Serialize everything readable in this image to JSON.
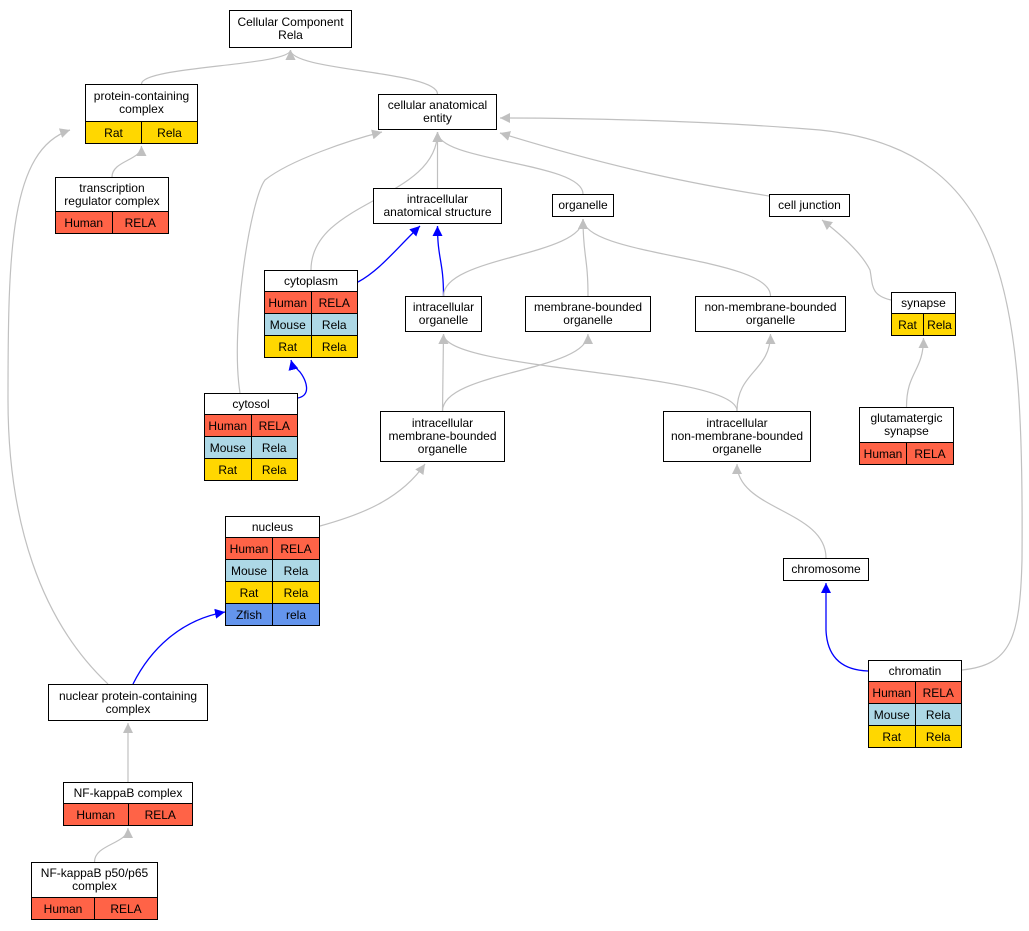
{
  "diagram": {
    "colors": {
      "Human": "#ff6347",
      "Mouse": "#add8e6",
      "Rat": "#ffd700",
      "Zfish": "#6495ed",
      "edge_gray": "#c0c0c0",
      "edge_blue": "#0000ff"
    },
    "nodes": [
      {
        "id": "root",
        "label": "Cellular Component\nRela",
        "rows": []
      },
      {
        "id": "protein_complex",
        "label": "protein-containing\ncomplex",
        "rows": [
          {
            "species": "Rat",
            "gene": "Rela"
          }
        ]
      },
      {
        "id": "cae",
        "label": "cellular anatomical\nentity",
        "rows": []
      },
      {
        "id": "trc",
        "label": "transcription\nregulator complex",
        "rows": [
          {
            "species": "Human",
            "gene": "RELA"
          }
        ]
      },
      {
        "id": "ias",
        "label": "intracellular\nanatomical structure",
        "rows": []
      },
      {
        "id": "organelle",
        "label": "organelle",
        "rows": []
      },
      {
        "id": "cell_junction",
        "label": "cell junction",
        "rows": []
      },
      {
        "id": "cytoplasm",
        "label": "cytoplasm",
        "rows": [
          {
            "species": "Human",
            "gene": "RELA"
          },
          {
            "species": "Mouse",
            "gene": "Rela"
          },
          {
            "species": "Rat",
            "gene": "Rela"
          }
        ]
      },
      {
        "id": "io",
        "label": "intracellular\norganelle",
        "rows": []
      },
      {
        "id": "mbo",
        "label": "membrane-bounded\norganelle",
        "rows": []
      },
      {
        "id": "nmbo",
        "label": "non-membrane-bounded\norganelle",
        "rows": []
      },
      {
        "id": "synapse",
        "label": "synapse",
        "rows": [
          {
            "species": "Rat",
            "gene": "Rela"
          }
        ]
      },
      {
        "id": "cytosol",
        "label": "cytosol",
        "rows": [
          {
            "species": "Human",
            "gene": "RELA"
          },
          {
            "species": "Mouse",
            "gene": "Rela"
          },
          {
            "species": "Rat",
            "gene": "Rela"
          }
        ]
      },
      {
        "id": "imbo",
        "label": "intracellular\nmembrane-bounded\norganelle",
        "rows": []
      },
      {
        "id": "inmbo",
        "label": "intracellular\nnon-membrane-bounded\norganelle",
        "rows": []
      },
      {
        "id": "glut",
        "label": "glutamatergic\nsynapse",
        "rows": [
          {
            "species": "Human",
            "gene": "RELA"
          }
        ]
      },
      {
        "id": "nucleus",
        "label": "nucleus",
        "rows": [
          {
            "species": "Human",
            "gene": "RELA"
          },
          {
            "species": "Mouse",
            "gene": "Rela"
          },
          {
            "species": "Rat",
            "gene": "Rela"
          },
          {
            "species": "Zfish",
            "gene": "rela"
          }
        ]
      },
      {
        "id": "chromosome",
        "label": "chromosome",
        "rows": []
      },
      {
        "id": "chromatin",
        "label": "chromatin",
        "rows": [
          {
            "species": "Human",
            "gene": "RELA"
          },
          {
            "species": "Mouse",
            "gene": "Rela"
          },
          {
            "species": "Rat",
            "gene": "Rela"
          }
        ]
      },
      {
        "id": "npc",
        "label": "nuclear protein-containing\ncomplex",
        "rows": []
      },
      {
        "id": "nfkb",
        "label": "NF-kappaB complex",
        "rows": [
          {
            "species": "Human",
            "gene": "RELA"
          }
        ]
      },
      {
        "id": "nfkb_p50p65",
        "label": "NF-kappaB p50/p65\ncomplex",
        "rows": [
          {
            "species": "Human",
            "gene": "RELA"
          }
        ]
      }
    ],
    "edges": [
      {
        "from": "protein_complex",
        "to": "root",
        "color": "gray"
      },
      {
        "from": "cae",
        "to": "root",
        "color": "gray"
      },
      {
        "from": "trc",
        "to": "protein_complex",
        "color": "gray"
      },
      {
        "from": "npc",
        "to": "protein_complex",
        "color": "gray"
      },
      {
        "from": "ias",
        "to": "cae",
        "color": "gray"
      },
      {
        "from": "organelle",
        "to": "cae",
        "color": "gray"
      },
      {
        "from": "cell_junction",
        "to": "cae",
        "color": "gray"
      },
      {
        "from": "cytoplasm",
        "to": "cae",
        "color": "gray"
      },
      {
        "from": "cytosol",
        "to": "cae",
        "color": "gray"
      },
      {
        "from": "chromatin",
        "to": "cae",
        "color": "gray"
      },
      {
        "from": "cytoplasm",
        "to": "ias",
        "color": "blue"
      },
      {
        "from": "io",
        "to": "ias",
        "color": "blue"
      },
      {
        "from": "io",
        "to": "organelle",
        "color": "gray"
      },
      {
        "from": "mbo",
        "to": "organelle",
        "color": "gray"
      },
      {
        "from": "nmbo",
        "to": "organelle",
        "color": "gray"
      },
      {
        "from": "synapse",
        "to": "cell_junction",
        "color": "gray"
      },
      {
        "from": "glut",
        "to": "synapse",
        "color": "gray"
      },
      {
        "from": "cytosol",
        "to": "cytoplasm",
        "color": "blue"
      },
      {
        "from": "imbo",
        "to": "io",
        "color": "gray"
      },
      {
        "from": "inmbo",
        "to": "io",
        "color": "gray"
      },
      {
        "from": "imbo",
        "to": "mbo",
        "color": "gray"
      },
      {
        "from": "inmbo",
        "to": "nmbo",
        "color": "gray"
      },
      {
        "from": "nucleus",
        "to": "imbo",
        "color": "gray"
      },
      {
        "from": "chromosome",
        "to": "inmbo",
        "color": "gray"
      },
      {
        "from": "chromatin",
        "to": "chromosome",
        "color": "blue"
      },
      {
        "from": "npc",
        "to": "nucleus",
        "color": "blue"
      },
      {
        "from": "nfkb",
        "to": "npc",
        "color": "gray"
      },
      {
        "from": "nfkb_p50p65",
        "to": "nfkb",
        "color": "gray"
      }
    ]
  }
}
